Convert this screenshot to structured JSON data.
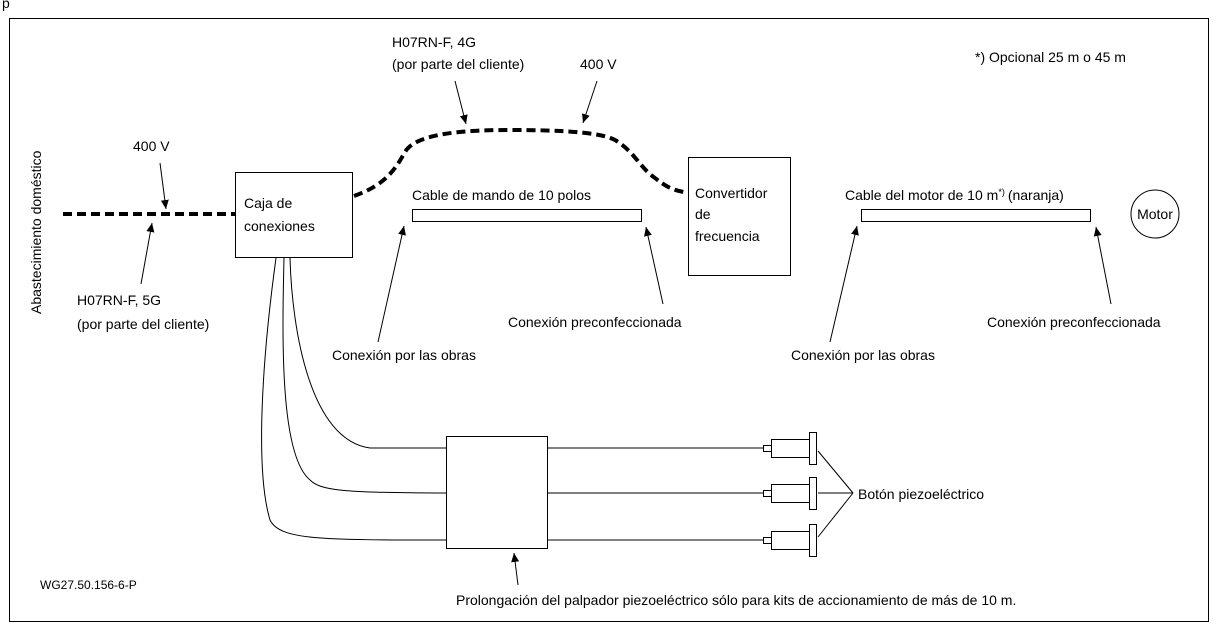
{
  "header": {
    "mark": "p"
  },
  "labels": {
    "supply": "Abastecimiento doméstico",
    "optional_note": "*) Opcional 25 m o 45 m",
    "cable_4g_line1": "H07RN-F, 4G",
    "cable_4g_line2": "(por parte del cliente)",
    "voltage_top": "400 V",
    "voltage_left": "400 V",
    "cable_5g_line1": "H07RN-F, 5G",
    "cable_5g_line2": "(por parte del cliente)",
    "junction_box_line1": "Caja de",
    "junction_box_line2": "conexiones",
    "control_cable": "Cable de mando de 10 polos",
    "converter_line1": "Convertidor",
    "converter_line2": "de",
    "converter_line3": "frecuencia",
    "motor_cable_a": "Cable del motor de 10 m",
    "motor_cable_sup": "*)",
    "motor_cable_b": "(naranja)",
    "motor": "Motor",
    "preconf_1": "Conexión preconfeccionada",
    "preconf_2": "Conexión preconfeccionada",
    "site_conn_1": "Conexión por las obras",
    "site_conn_2": "Conexión por las obras",
    "piezo_button": "Botón piezoeléctrico",
    "extension_note": "Prolongación del palpador piezoeléctrico sólo para kits de accionamiento de más de 10 m.",
    "figure_code": "WG27.50.156-6-P"
  }
}
